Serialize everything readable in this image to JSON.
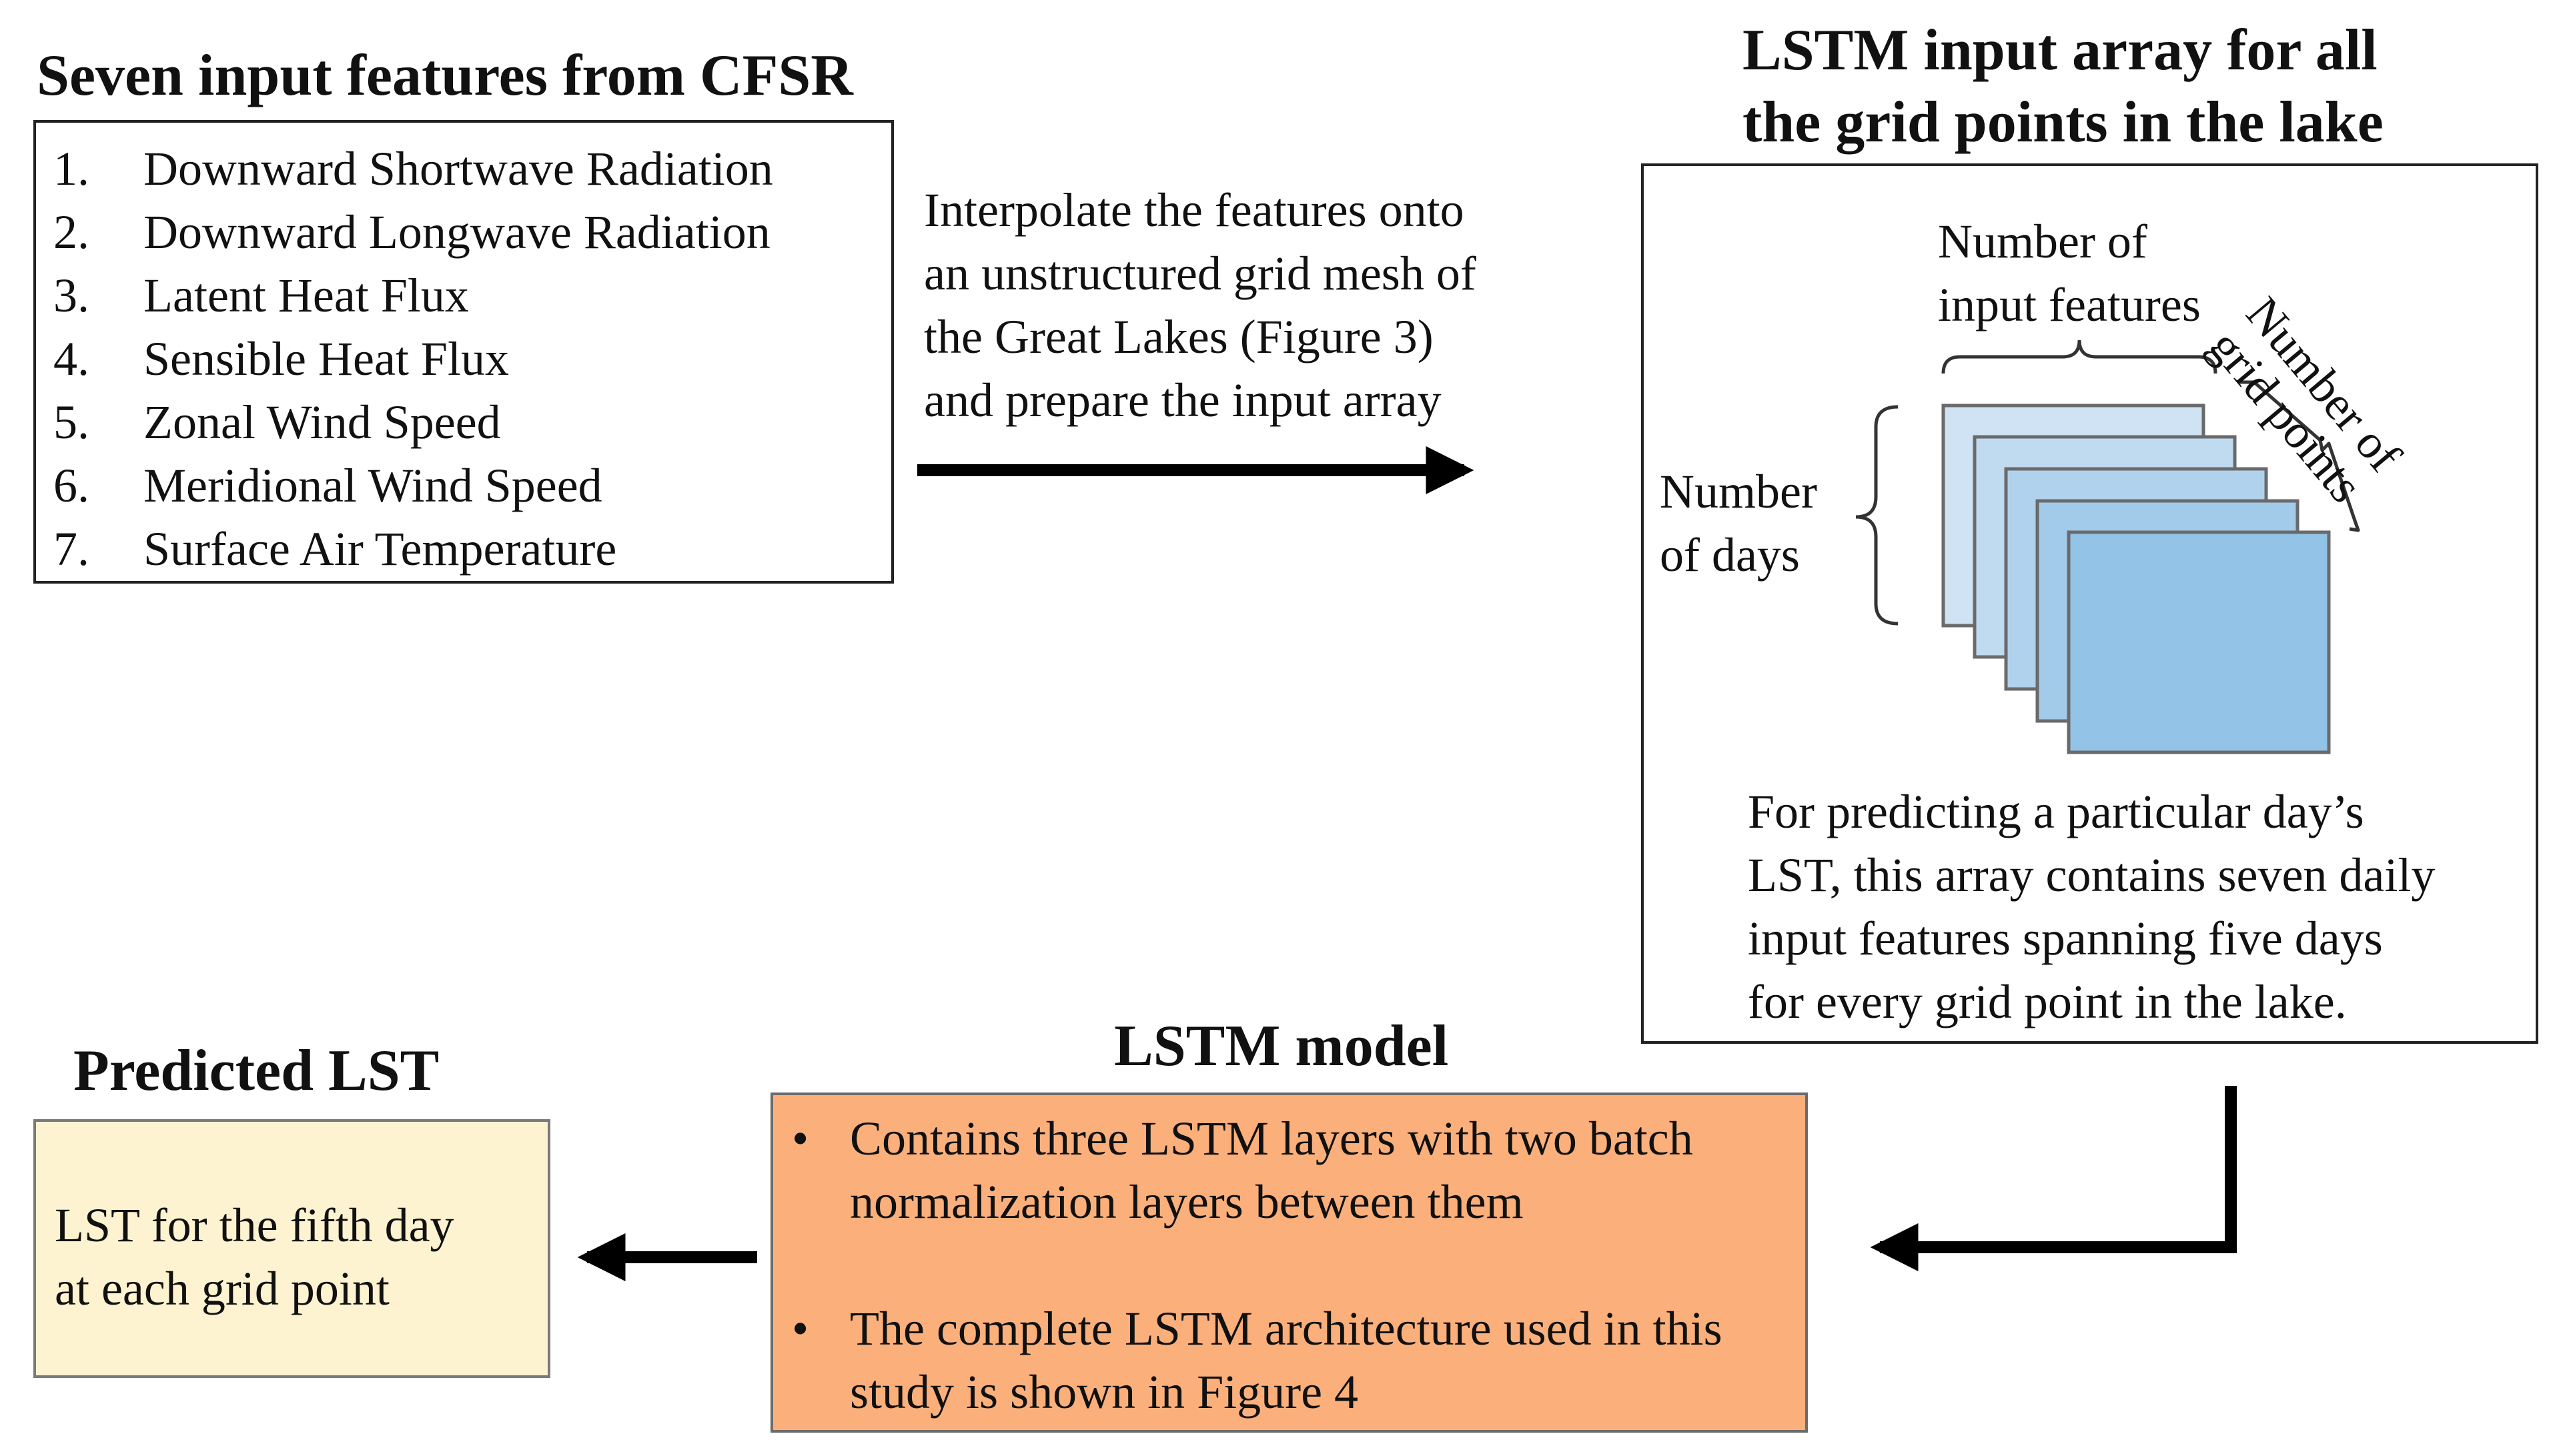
{
  "colors": {
    "lstm_box_fill": "#fbb07c",
    "predicted_box_fill": "#fdf3d0",
    "layer_fill_light": "#cfe3f4",
    "layer_fill_dark": "#93c3e6",
    "arrow": "#000000"
  },
  "input_features": {
    "title": "Seven input features from CFSR",
    "items": [
      {
        "num": "1.",
        "label": "Downward Shortwave Radiation"
      },
      {
        "num": "2.",
        "label": "Downward Longwave Radiation"
      },
      {
        "num": "3.",
        "label": "Latent Heat Flux"
      },
      {
        "num": "4.",
        "label": "Sensible Heat Flux"
      },
      {
        "num": "5.",
        "label": "Zonal Wind Speed"
      },
      {
        "num": "6.",
        "label": "Meridional Wind Speed"
      },
      {
        "num": "7.",
        "label": "Surface Air Temperature"
      }
    ]
  },
  "interpolate_step": {
    "lines": [
      "Interpolate the features onto",
      "an unstructured grid mesh of",
      "the Great Lakes (Figure 3)",
      "and prepare the input array"
    ]
  },
  "input_array": {
    "title_lines": [
      "LSTM input array for all",
      "the grid points in the lake"
    ],
    "features_label_lines": [
      "Number of",
      "input features"
    ],
    "days_label_lines": [
      "Number",
      "of days"
    ],
    "grid_points_label_lines": [
      "Number of",
      "grid points"
    ],
    "description_lines": [
      "For predicting a particular day’s",
      "LST, this array contains seven daily",
      "input features spanning five days",
      "for every grid point in the lake."
    ]
  },
  "lstm_model": {
    "title": "LSTM model",
    "bullets": [
      {
        "marker": "•",
        "text": "Contains three LSTM layers with two batch normalization layers between them"
      },
      {
        "marker": "•",
        "text": "The complete LSTM architecture used in this study is shown in Figure 4"
      }
    ]
  },
  "predicted": {
    "title": "Predicted LST",
    "lines": [
      "LST for the fifth day",
      "at each grid point"
    ]
  }
}
